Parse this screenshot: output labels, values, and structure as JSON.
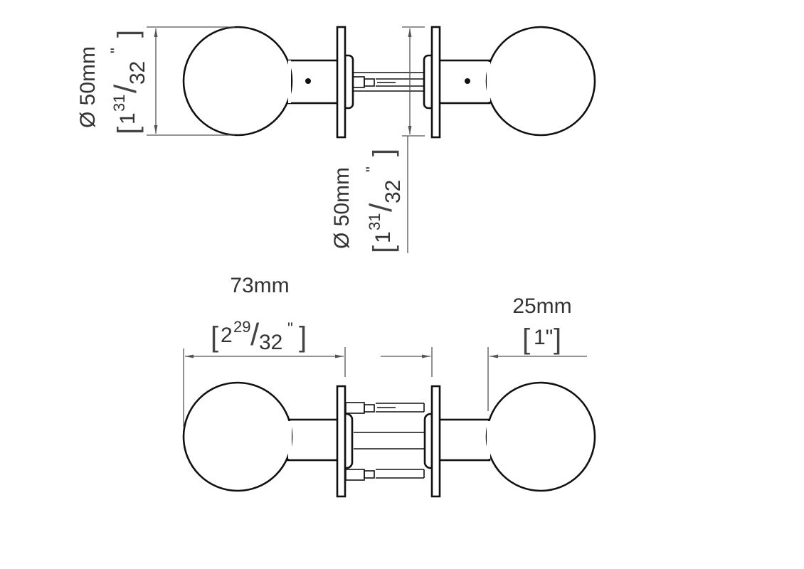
{
  "drawing": {
    "top_view": {
      "knob_diameter": {
        "mm": "Ø 50mm",
        "whole": "1",
        "num": "31",
        "den": "32",
        "inch_mark": "\""
      },
      "rose_diameter": {
        "mm": "Ø 50mm",
        "whole": "1",
        "num": "31",
        "den": "32",
        "inch_mark": "\""
      }
    },
    "bottom_view": {
      "projection": {
        "mm": "73mm",
        "whole": "2",
        "num": "29",
        "den": "32",
        "inch_mark": "\""
      },
      "neck_length": {
        "mm": "25mm",
        "inch": "1\""
      }
    }
  }
}
